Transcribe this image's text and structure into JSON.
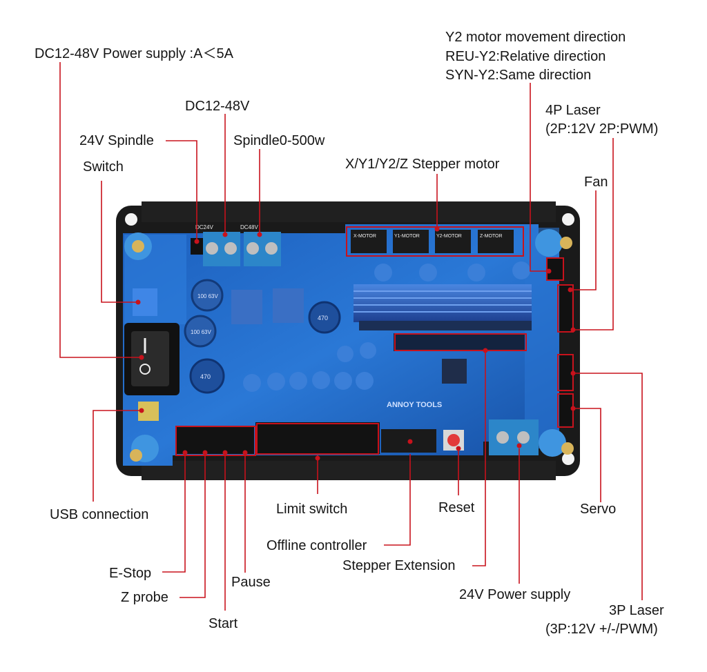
{
  "labels": {
    "power_supply": "DC12-48V Power supply :A＜5A",
    "dc12_48v": "DC12-48V",
    "spindle_24v": "24V Spindle",
    "spindle_power": "Spindle0-500w",
    "switch": "Switch",
    "stepper_motor": "X/Y1/Y2/Z Stepper motor",
    "y2_direction": "Y2 motor movement direction",
    "reu_y2": "REU-Y2:Relative direction",
    "syn_y2": "SYN-Y2:Same direction",
    "laser_4p": "4P Laser",
    "laser_4p_detail": "(2P:12V 2P:PWM)",
    "fan": "Fan",
    "usb_connection": "USB connection",
    "limit_switch": "Limit switch",
    "reset": "Reset",
    "servo": "Servo",
    "offline_controller": "Offline controller",
    "stepper_extension": "Stepper Extension",
    "e_stop": "E-Stop",
    "pause": "Pause",
    "z_probe": "Z probe",
    "power_24v": "24V Power supply",
    "start": "Start",
    "laser_3p": "3P Laser",
    "laser_3p_detail": "(3P:12V +/-/PWM)"
  },
  "board": {
    "silkscreen": {
      "dc24v": "DC24V",
      "dc48v": "DC48V",
      "x_motor": "X-MOTOR",
      "y1_motor": "Y1-MOTOR",
      "y2_motor": "Y2-MOTOR",
      "z_motor": "Z-MOTOR",
      "brand": "ANNOY TOOLS",
      "cap_1": "100 63V",
      "cap_2": "100 63V",
      "inductor_1": "470",
      "inductor_2": "470"
    }
  },
  "colors": {
    "leader_line": "#c8121c",
    "pcb_blue": "#1f66c4",
    "pcb_dark": "#0d2f6e",
    "board_black": "#1b1b1b",
    "standoff": "#3f95e0"
  }
}
